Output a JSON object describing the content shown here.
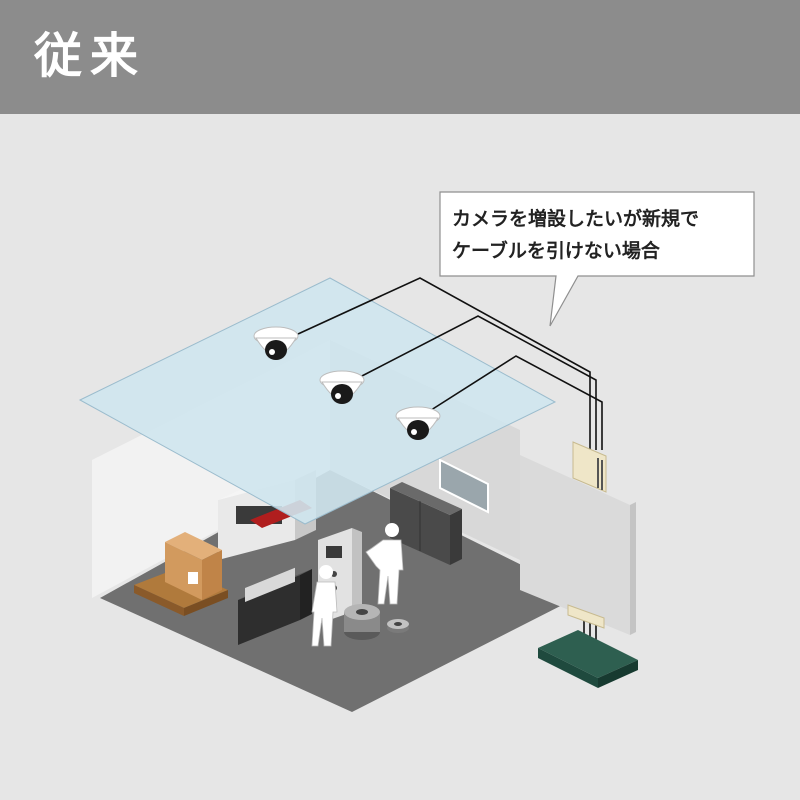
{
  "header": {
    "title": "従来"
  },
  "callout": {
    "line1": "カメラを増設したいが新規で",
    "line2": "ケーブルを引けない場合"
  },
  "colors": {
    "header_bg": "#8c8c8c",
    "background": "#e6e6e6",
    "ceiling_fill": "#cfe5ee",
    "floor": "#707070",
    "switch": "#1f4a3e",
    "cable": "#111111"
  },
  "icons": [
    "dome-camera-icon",
    "network-switch-icon",
    "patch-panel-icon",
    "cardboard-box-icon",
    "pallet-icon",
    "worker-icon",
    "cnc-machine-icon",
    "lathe-machine-icon"
  ]
}
